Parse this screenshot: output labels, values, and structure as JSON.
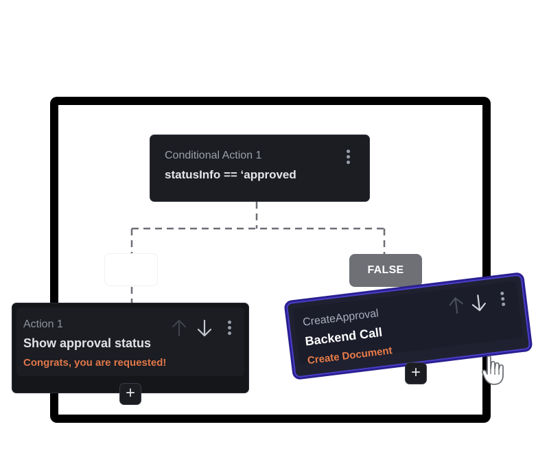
{
  "conditional_node": {
    "label": "Conditional Action 1",
    "expression": "statusInfo == ‘approved"
  },
  "branches": {
    "true_label": "",
    "false_label": "FALSE"
  },
  "action_node": {
    "label": "Action 1",
    "title": "Show approval status",
    "subtitle": "Congrats, you are requested!"
  },
  "backend_node": {
    "label": "CreateApproval",
    "title": "Backend Call",
    "subtitle": "Create Document"
  },
  "add_button": {
    "symbol": "+"
  },
  "colors": {
    "node_bg": "#1b1d22",
    "accent_orange": "#e0774a",
    "selection_border": "#4a3fc9",
    "false_badge": "#6e7076"
  },
  "icons": [
    "kebab-menu-icon",
    "arrow-up-icon",
    "arrow-down-icon",
    "plus-icon",
    "hand-pointer-icon"
  ]
}
